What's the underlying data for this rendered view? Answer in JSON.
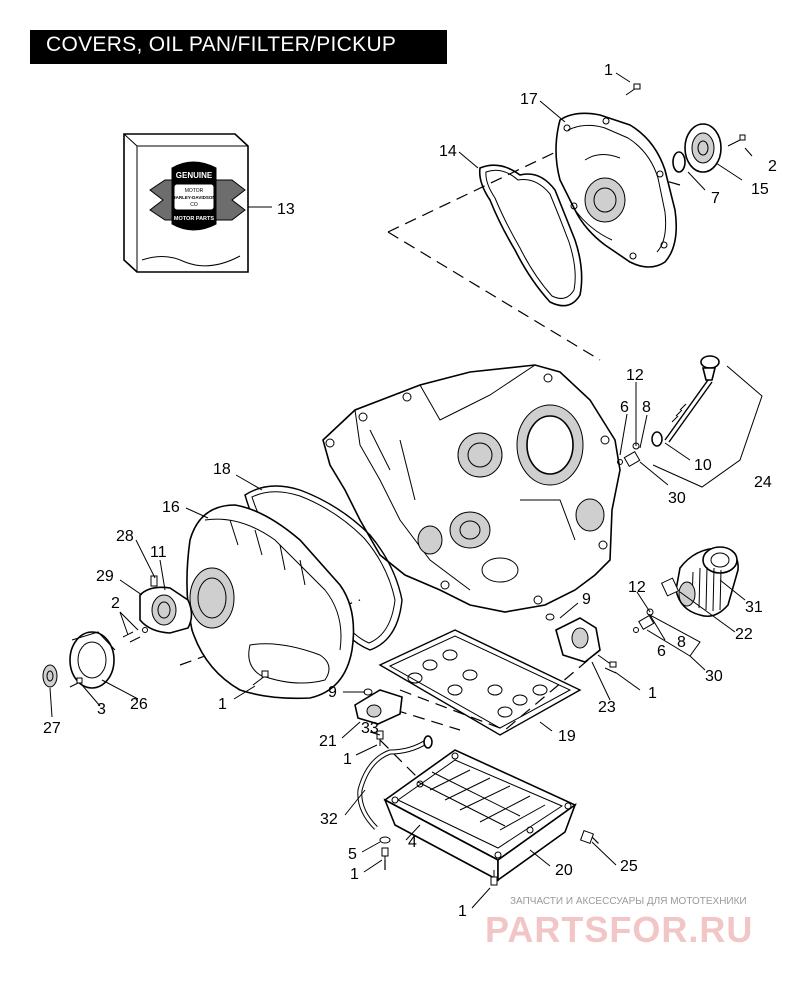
{
  "title": "COVERS, OIL PAN/FILTER/PICKUP",
  "part_numbers": [
    {
      "id": "c1a",
      "text": "1"
    },
    {
      "id": "c17",
      "text": "17"
    },
    {
      "id": "c14",
      "text": "14"
    },
    {
      "id": "c2a",
      "text": "2"
    },
    {
      "id": "c15",
      "text": "15"
    },
    {
      "id": "c7",
      "text": "7"
    },
    {
      "id": "c13",
      "text": "13"
    },
    {
      "id": "c12a",
      "text": "12"
    },
    {
      "id": "c6a",
      "text": "6"
    },
    {
      "id": "c8a",
      "text": "8"
    },
    {
      "id": "c10",
      "text": "10"
    },
    {
      "id": "c24",
      "text": "24"
    },
    {
      "id": "c30a",
      "text": "30"
    },
    {
      "id": "c18",
      "text": "18"
    },
    {
      "id": "c16",
      "text": "16"
    },
    {
      "id": "c28",
      "text": "28"
    },
    {
      "id": "c11",
      "text": "11"
    },
    {
      "id": "c29",
      "text": "29"
    },
    {
      "id": "c2b",
      "text": "2"
    },
    {
      "id": "c27",
      "text": "27"
    },
    {
      "id": "c3",
      "text": "3"
    },
    {
      "id": "c26",
      "text": "26"
    },
    {
      "id": "c1b",
      "text": "1"
    },
    {
      "id": "c31",
      "text": "31"
    },
    {
      "id": "c22",
      "text": "22"
    },
    {
      "id": "c12b",
      "text": "12"
    },
    {
      "id": "c9a",
      "text": "9"
    },
    {
      "id": "c8b",
      "text": "8"
    },
    {
      "id": "c6b",
      "text": "6"
    },
    {
      "id": "c30b",
      "text": "30"
    },
    {
      "id": "c9b",
      "text": "9"
    },
    {
      "id": "c1c",
      "text": "1"
    },
    {
      "id": "c23",
      "text": "23"
    },
    {
      "id": "c19",
      "text": "19"
    },
    {
      "id": "c21",
      "text": "21"
    },
    {
      "id": "c33",
      "text": "33"
    },
    {
      "id": "c1d",
      "text": "1"
    },
    {
      "id": "c32",
      "text": "32"
    },
    {
      "id": "c4",
      "text": "4"
    },
    {
      "id": "c5",
      "text": "5"
    },
    {
      "id": "c1e",
      "text": "1"
    },
    {
      "id": "c20",
      "text": "20"
    },
    {
      "id": "c25",
      "text": "25"
    },
    {
      "id": "c1f",
      "text": "1"
    }
  ],
  "kit_box": {
    "badge_genuine": "GENUINE",
    "badge_motor": "MOTOR",
    "badge_co": "CO",
    "badge_brand": "HARLEY-DAVIDSON",
    "badge_parts": "MOTOR PARTS"
  },
  "watermark": {
    "caption": "ЗАПЧАСТИ И АКСЕССУАРЫ ДЛЯ МОТОТЕХНИКИ",
    "logo": "PARTSFOR.RU",
    "color": "#f2c6c6"
  }
}
